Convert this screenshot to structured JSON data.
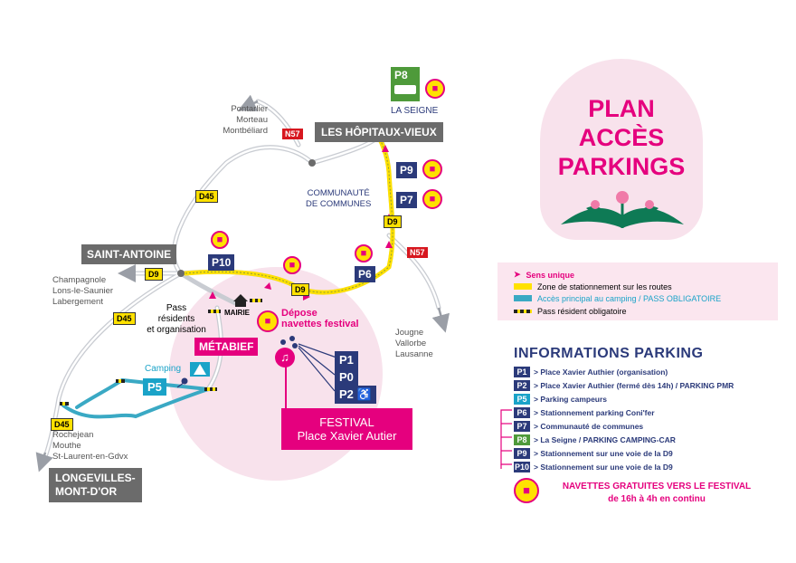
{
  "title": {
    "line1": "PLAN",
    "line2": "ACCÈS",
    "line3": "PARKINGS"
  },
  "colors": {
    "pink": "#e5007e",
    "navy": "#2b3a7a",
    "yellow": "#ffe100",
    "cyan": "#1aa3c8",
    "grey": "#6b6b6b",
    "road": "#c9ccd2"
  },
  "places": {
    "les_hopitaux_vieux": "LES HÔPITAUX-VIEUX",
    "saint_antoine": "SAINT-ANTOINE",
    "metabief": "MÉTABIEF",
    "longevilles_1": "LONGEVILLES-",
    "longevilles_2": "MONT-D'OR",
    "la_seigne": "LA SEIGNE",
    "communaute_1": "COMMUNAUTÉ",
    "communaute_2": "DE COMMUNES",
    "mairie": "MAIRIE",
    "camping": "Camping",
    "depose_1": "Dépose",
    "depose_2": "navettes festival",
    "festival_1": "FESTIVAL",
    "festival_2": "Place Xavier Autier",
    "pass_1": "Pass",
    "pass_2": "résidents",
    "pass_3": "et organisation"
  },
  "directions": {
    "north_1": "Pontarlier",
    "north_2": "Morteau",
    "north_3": "Montbéliard",
    "west_1": "Champagnole",
    "west_2": "Lons-le-Saunier",
    "west_3": "Labergement",
    "east_1": "Jougne",
    "east_2": "Vallorbe",
    "east_3": "Lausanne",
    "south_1": "Rochejean",
    "south_2": "Mouthe",
    "south_3": "St-Laurent-en-Gdvx"
  },
  "roads": {
    "d45": "D45",
    "d9": "D9",
    "n57": "N57"
  },
  "parkings": {
    "p1": "P1",
    "p0": "P0",
    "p2": "P2",
    "p5": "P5",
    "p6": "P6",
    "p7": "P7",
    "p8": "P8",
    "p9": "P9",
    "p10": "P10"
  },
  "legend": {
    "sens_unique": "Sens unique",
    "zone": "Zone de stationnement  sur les routes",
    "acces": "Accès principal au camping / PASS OBLIGATOIRE",
    "pass": "Pass résident obligatoire"
  },
  "info": {
    "title": "INFORMATIONS PARKING",
    "rows": [
      {
        "badge": "P1",
        "text": "> Place Xavier Authier (organisation)"
      },
      {
        "badge": "P2",
        "text": "> Place Xavier Authier (fermé dès 14h) / PARKING PMR"
      },
      {
        "badge": "P5",
        "text": "> Parking campeurs"
      },
      {
        "badge": "P6",
        "text": "> Stationnement parking Coni'fer"
      },
      {
        "badge": "P7",
        "text": "> Communauté de communes"
      },
      {
        "badge": "P8",
        "text": "> La Seigne / PARKING CAMPING-CAR"
      },
      {
        "badge": "P9",
        "text": "> Stationnement sur une voie de la D9"
      },
      {
        "badge": "P10",
        "text": "> Stationnement sur une voie de la D9"
      }
    ],
    "navette_1": "NAVETTES GRATUITES VERS LE FESTIVAL",
    "navette_2": "de 16h à 4h en continu"
  }
}
